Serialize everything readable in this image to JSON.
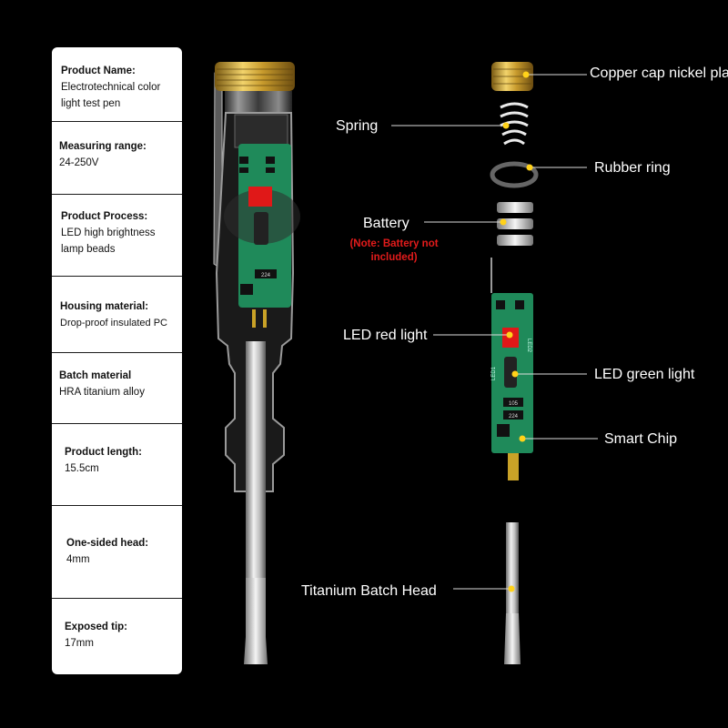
{
  "specs": [
    {
      "label": "Product Name:",
      "value": "Electrotechnical color light test pen"
    },
    {
      "label": "Measuring range:",
      "value": "24-250V"
    },
    {
      "label": "Product Process:",
      "value": "LED high brightness lamp beads"
    },
    {
      "label": "Housing material:",
      "value": "Drop-proof insulated PC"
    },
    {
      "label": "Batch material",
      "value": "HRA titanium alloy"
    },
    {
      "label": "Product length:",
      "value": "15.5cm"
    },
    {
      "label": "One-sided head:",
      "value": "4mm"
    },
    {
      "label": "Exposed tip:",
      "value": "17mm"
    }
  ],
  "callouts": {
    "copper_cap": "Copper cap nickel plating",
    "spring": "Spring",
    "rubber_ring": "Rubber ring",
    "battery": "Battery",
    "battery_note": "(Note: Battery not included)",
    "led_red": "LED red light",
    "led_green": "LED green light",
    "smart_chip": "Smart Chip",
    "titanium_head": "Titanium Batch Head"
  },
  "board_marks": {
    "resistor_top": "105",
    "resistor_bottom": "224",
    "led_label": "LED1",
    "led2_label": "LED2"
  },
  "colors": {
    "background": "#000000",
    "card": "#ffffff",
    "pcb_green": "#1f8a5a",
    "led_red": "#e01818",
    "cap_gold": "#c9a227",
    "callout_dot": "#ffd21a",
    "note_red": "#e21b1b"
  }
}
